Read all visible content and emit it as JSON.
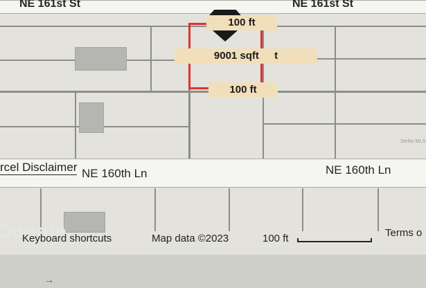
{
  "map": {
    "streets": {
      "north": "NE 161st St",
      "south": "NE 160th Ln"
    },
    "measurements": {
      "top_length": "100 ft",
      "area": "9001 sqft",
      "area_suffix": "t",
      "bottom_length": "100 ft"
    },
    "disclaimer": "rcel Disclaimer",
    "footer": {
      "keyboard_shortcuts": "Keyboard shortcuts",
      "map_data": "Map data ©2023",
      "scale_label": "100 ft",
      "terms": "Terms o"
    },
    "logo_text": "Google",
    "watermark": "Stellar MLS",
    "colors": {
      "parcel_outline": "#e0312d",
      "measure_label_bg": "#f1dfbb",
      "pin": "#1a1a1a"
    },
    "icons": {
      "pin": "map-pin-icon",
      "arrow": "arrow-right-icon"
    }
  }
}
